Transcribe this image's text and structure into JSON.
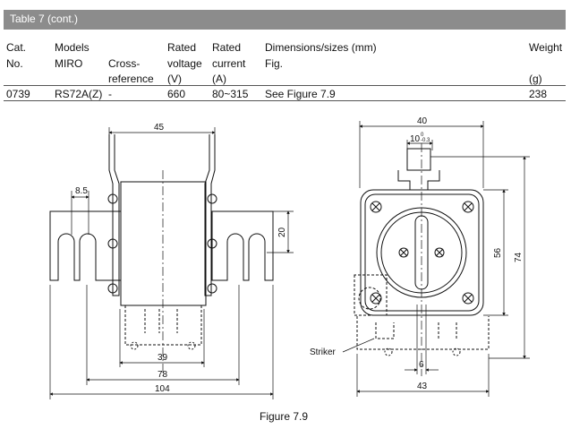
{
  "title": "Table 7 (cont.)",
  "header": {
    "cat": [
      "Cat.",
      "No."
    ],
    "models": "Models",
    "miro": "MIRO",
    "cross": [
      "Cross-",
      "reference"
    ],
    "voltage": [
      "Rated",
      "voltage",
      "(V)"
    ],
    "current": [
      "Rated",
      "current",
      "(A)"
    ],
    "dims": [
      "Dimensions/sizes (mm)",
      "Fig."
    ],
    "weight": [
      "Weight",
      "(g)"
    ]
  },
  "row": {
    "cat": "0739",
    "miro": "RS72A(Z)",
    "cross": "-",
    "voltage": "660",
    "current": "80~315",
    "fig": "See Figure  7.9",
    "weight": "238"
  },
  "figure": {
    "dims": {
      "d45": "45",
      "d8_5": "8.5",
      "d20": "20",
      "d39": "39",
      "d78": "78",
      "d104": "104",
      "d40": "40",
      "d10": "10",
      "d10_tol_top": "0",
      "d10_tol_bot": "-0.3",
      "d56": "56",
      "d74": "74",
      "d6": "6",
      "d43": "43"
    },
    "striker": "Striker",
    "caption": "Figure 7.9"
  }
}
